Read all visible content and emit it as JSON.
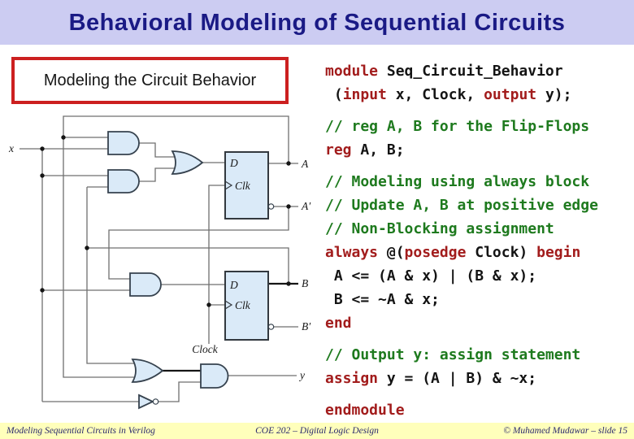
{
  "slide": {
    "title": "Behavioral Modeling of Sequential Circuits",
    "subtitle_box": "Modeling the Circuit Behavior",
    "footer": {
      "left": "Modeling Sequential Circuits in Verilog",
      "center": "COE 202 – Digital Logic Design",
      "right": "© Muhamed Mudawar – slide 15"
    }
  },
  "colors": {
    "title_bg": "#ccccf2",
    "title_text": "#1a1a85",
    "box_border": "#cc2020",
    "keyword": "#a21c1c",
    "comment": "#1e7a1e",
    "code_text": "#141414",
    "footer_bg": "#ffffbb",
    "footer_text": "#2a2a6e",
    "gate_fill": "#daeaf8",
    "gate_stroke": "#36424e",
    "wire": "#6f6f6f"
  },
  "circuit": {
    "labels": {
      "x": "x",
      "a": "A",
      "a_not": "A′",
      "b": "B",
      "b_not": "B′",
      "y": "y",
      "clock": "Clock",
      "d": "D",
      "clk": "Clk"
    }
  },
  "code": {
    "blocks": [
      [
        [
          {
            "t": "module ",
            "c": "k"
          },
          {
            "t": "Seq_Circuit_Behavior",
            "c": "p"
          }
        ],
        [
          {
            "t": " (",
            "c": "p"
          },
          {
            "t": "input",
            "c": "k"
          },
          {
            "t": " x, Clock, ",
            "c": "p"
          },
          {
            "t": "output",
            "c": "k"
          },
          {
            "t": " y);",
            "c": "p"
          }
        ]
      ],
      [
        [
          {
            "t": "// reg A, B for the Flip-Flops",
            "c": "c"
          }
        ],
        [
          {
            "t": "reg",
            "c": "k"
          },
          {
            "t": " A, B;",
            "c": "p"
          }
        ]
      ],
      [
        [
          {
            "t": "// Modeling using always block",
            "c": "c"
          }
        ],
        [
          {
            "t": "// Update A, B at positive edge",
            "c": "c"
          }
        ],
        [
          {
            "t": "// Non-Blocking assignment",
            "c": "c"
          }
        ],
        [
          {
            "t": "always",
            "c": "k"
          },
          {
            "t": " @(",
            "c": "p"
          },
          {
            "t": "posedge",
            "c": "k"
          },
          {
            "t": " Clock) ",
            "c": "p"
          },
          {
            "t": "begin",
            "c": "k"
          }
        ],
        [
          {
            "t": " A <= (A & x) | (B & x);",
            "c": "p"
          }
        ],
        [
          {
            "t": " B <= ~A & x;",
            "c": "p"
          }
        ],
        [
          {
            "t": "end",
            "c": "k"
          }
        ]
      ],
      [
        [
          {
            "t": "// Output y: assign statement",
            "c": "c"
          }
        ],
        [
          {
            "t": "assign",
            "c": "k"
          },
          {
            "t": " y = (A | B) & ~x;",
            "c": "p"
          }
        ]
      ],
      [
        [
          {
            "t": "endmodule",
            "c": "k"
          }
        ]
      ]
    ]
  }
}
